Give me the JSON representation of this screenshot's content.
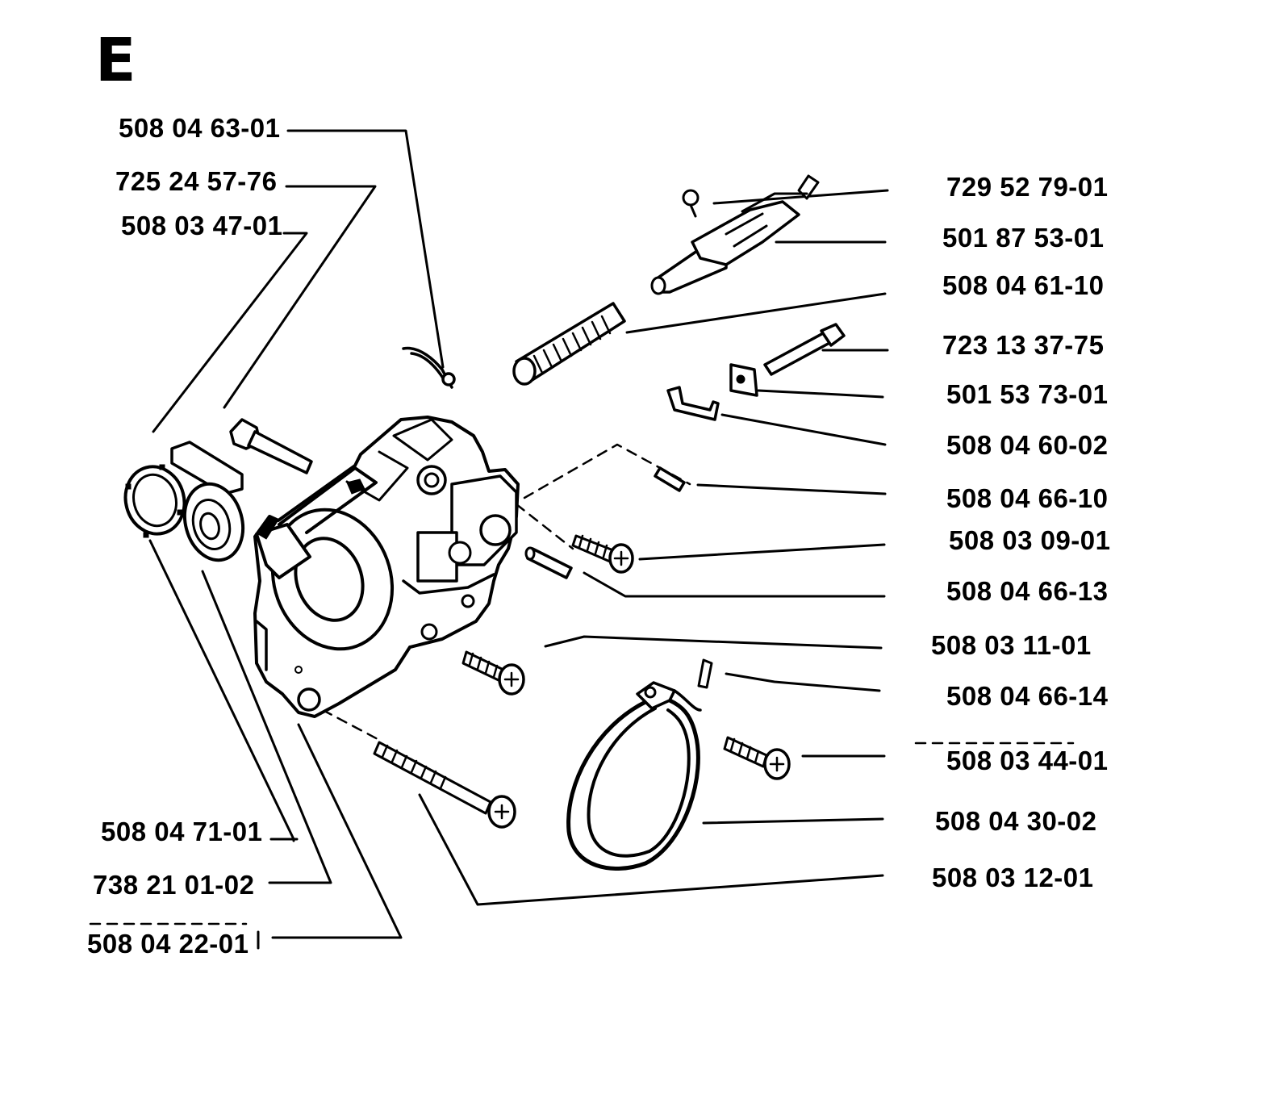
{
  "diagram": {
    "section_letter": "E",
    "part_numbers": {
      "p01": "508 04 63-01",
      "p02": "725 24 57-76",
      "p03": "508 03 47-01",
      "p04": "729 52 79-01",
      "p05": "501 87 53-01",
      "p06": "508 04 61-10",
      "p07": "723 13 37-75",
      "p08": "501 53 73-01",
      "p09": "508 04 60-02",
      "p10": "508 04 66-10",
      "p11": "508 03 09-01",
      "p12": "508 04 66-13",
      "p13": "508 03 11-01",
      "p14": "508 04 66-14",
      "p15": "508 03 44-01",
      "p16": "508 04 30-02",
      "p17": "508 03 12-01",
      "p18": "508 04 71-01",
      "p19": "738 21 01-02",
      "p20": "508 04 22-01"
    },
    "colors": {
      "ink": "#000000",
      "paper": "#ffffff"
    }
  }
}
